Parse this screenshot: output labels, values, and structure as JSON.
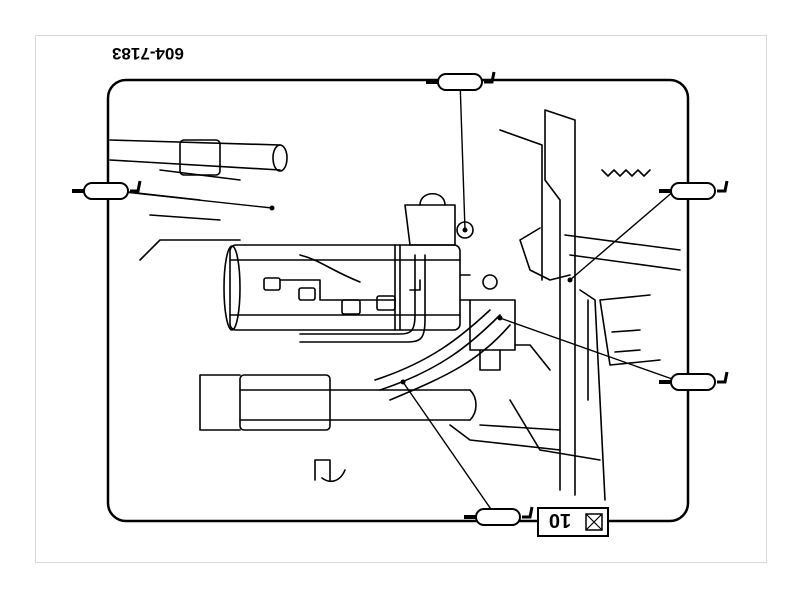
{
  "figure": {
    "ref_number": "604-7183",
    "step_number": "10",
    "line_color": "#000000",
    "background": "#ffffff",
    "orientation": "upside-down",
    "icons": [
      "grease-gun-icon",
      "checkbox-icon"
    ],
    "grease_point_count": 5
  }
}
